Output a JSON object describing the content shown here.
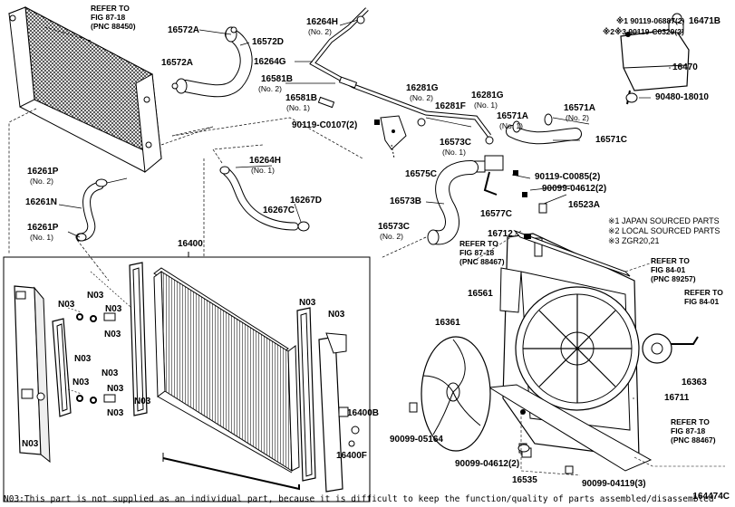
{
  "labels": {
    "p16572A_top": "16572A",
    "p16572D": "16572D",
    "p16572A": "16572A",
    "p16264H_top": "16264H",
    "p16264H_top_sub": "(No. 2)",
    "p16264G": "16264G",
    "p16581B_2": "16581B",
    "p16581B_2_sub": "(No. 2)",
    "p16581B_1": "16581B",
    "p16581B_1_sub": "(No. 1)",
    "p90119C0107": "90119-C0107(2)",
    "p16281G_2": "16281G",
    "p16281G_2_sub": "(No. 2)",
    "p16281G_1": "16281G",
    "p16281G_1_sub": "(No. 1)",
    "p16281F": "16281F",
    "p16573C_1": "16573C",
    "p16573C_1_sub": "(No. 1)",
    "p16575C": "16575C",
    "p16571A_1": "16571A",
    "p16571A_1_sub": "(No. 1)",
    "p16571A_2": "16571A",
    "p16571A_2_sub": "(No. 2)",
    "p16571C": "16571C",
    "p90119C0085": "90119-C0085(2)",
    "p90099_04612_top": "90099-04612(2)",
    "p16523A": "16523A",
    "p16573B": "16573B",
    "p16577C": "16577C",
    "p16573C_2": "16573C",
    "p16573C_2_sub": "(No. 2)",
    "p16712": "16712",
    "p16261P_2": "16261P",
    "p16261P_2_sub": "(No. 2)",
    "p16261N": "16261N",
    "p16261P_1": "16261P",
    "p16261P_1_sub": "(No. 1)",
    "p16264H_mid": "16264H",
    "p16264H_mid_sub": "(No. 1)",
    "p16267D": "16267D",
    "p16267C": "16267C",
    "p16400": "16400",
    "p16561": "16561",
    "p16361": "16361",
    "p90099_05164": "90099-05164",
    "p90099_04612_bot": "90099-04612(2)",
    "p16535": "16535",
    "p90099_04119": "90099-04119(3)",
    "p16711": "16711",
    "p16363": "16363",
    "p16400B": "16400B",
    "p16400F": "16400F",
    "p16471B": "16471B",
    "p16470": "16470",
    "p90480_18010": "90480-18010",
    "p90119_06887": "※1 90119-06887(2)",
    "p90119_C0329": "※2※3 90119-C0329(2)",
    "n03_a": "N03",
    "n03_b": "N03",
    "n03_c": "N03",
    "n03_d": "N03",
    "n03_e": "N03",
    "n03_f": "N03",
    "n03_g": "N03",
    "n03_h": "N03",
    "n03_i": "N03",
    "n03_j": "N03",
    "n03_k": "N03",
    "n03_l": "N03",
    "n03_m": "N03"
  },
  "references": {
    "ref_condenser": "REFER TO\nFIG 87-18\n(PNC 88450)",
    "ref_shroud_left": "REFER TO\nFIG 87-18\n(PNC 88467)",
    "ref_84_01_a": "REFER TO\nFIG 84-01\n(PNC 89257)",
    "ref_84_01_b": "REFER TO\nFIG 84-01",
    "ref_shroud_bottom": "REFER TO\nFIG 87-18\n(PNC 88467)"
  },
  "notes": {
    "note1": "※1 JAPAN SOURCED PARTS",
    "note2": "※2 LOCAL SOURCED PARTS",
    "note3": "※3 ZGR20,21"
  },
  "footnote": "N03:This part is not supplied as an individual part, because it is difficult to keep the function/quality of parts assembled/disassembled",
  "figure_id": "164474C"
}
